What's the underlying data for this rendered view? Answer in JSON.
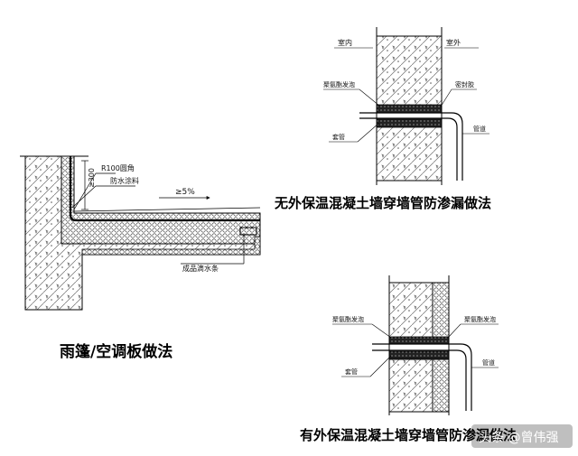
{
  "canopy": {
    "label_r100": "R100圆角",
    "label_300": "≥300",
    "label_waterproof": "防水涂料",
    "label_slope": "≥5%",
    "label_drip": "成品滴水条",
    "caption": "雨篷/空调板做法"
  },
  "pipe_no_insulation": {
    "label_indoor": "室内",
    "label_outdoor": "室外",
    "label_mortar": "聚氨酯发泡",
    "label_sealant": "密封胶",
    "label_sleeve": "套管",
    "label_pipe": "管道",
    "caption": "无外保温混凝土墙穿墙管防渗漏做法"
  },
  "pipe_with_insulation": {
    "label_mortar_left": "聚氨酯发泡",
    "label_mortar_right": "聚氨酯发泡",
    "label_sleeve": "套管",
    "label_pipe": "管道",
    "caption": "有外保温混凝土墙穿墙管防渗漏做法"
  },
  "watermark": {
    "text": "头条 @曾伟强"
  }
}
